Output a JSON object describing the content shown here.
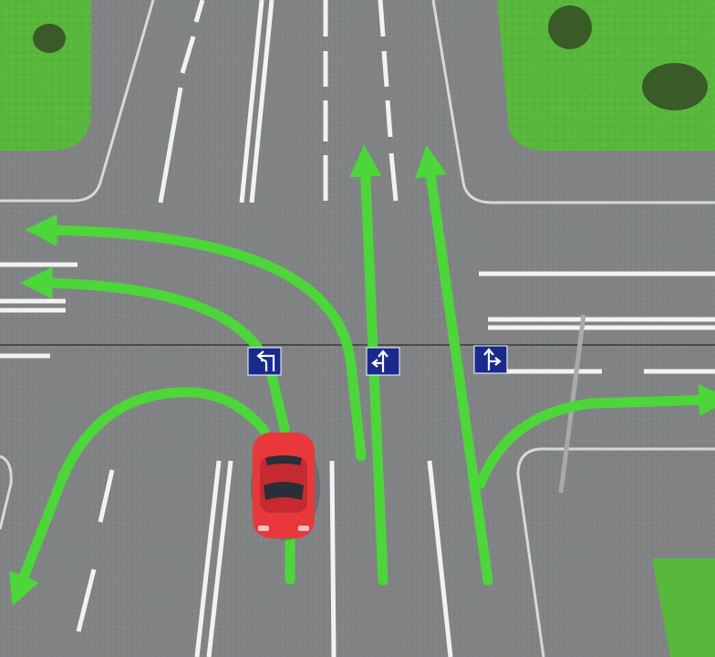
{
  "scene": {
    "subject": "intersection-overhead-view",
    "colors": {
      "grass": "#58b83c",
      "grass_dark": "#3e9a2c",
      "asphalt": "#818385",
      "asphalt_dark": "#6e7073",
      "curb": "#d8d8d8",
      "lane_marking": "#f2f2f2",
      "route_arrow": "#4cd63a",
      "car_body": "#e8383c",
      "car_roof": "#c42a30",
      "car_glass": "#2a2e38",
      "sign_background": "#1a2a8c",
      "sign_symbol": "#ffffff",
      "tree": "#3a5a28",
      "pole": "#a9a9a9",
      "wire": "#3a3a3a"
    },
    "lane_signs": [
      {
        "name": "left-and-u-turn-sign",
        "icon": "left-turn-and-u-turn-arrow"
      },
      {
        "name": "left-and-straight-sign",
        "icon": "left-and-straight-arrow"
      },
      {
        "name": "straight-and-right-sign",
        "icon": "straight-and-right-arrow"
      }
    ],
    "route_arrows": [
      {
        "name": "u-turn-route-arrow",
        "maneuver": "u-turn"
      },
      {
        "name": "left-turn-route-arrow",
        "maneuver": "left-turn"
      },
      {
        "name": "wide-left-turn-route-arrow",
        "maneuver": "left-turn"
      },
      {
        "name": "straight-route-arrow-lane-3",
        "maneuver": "straight"
      },
      {
        "name": "straight-route-arrow-lane-4",
        "maneuver": "straight"
      },
      {
        "name": "right-turn-route-arrow",
        "maneuver": "right-turn"
      }
    ],
    "vehicle": {
      "name": "red-car",
      "icon": "car-top-view"
    }
  }
}
